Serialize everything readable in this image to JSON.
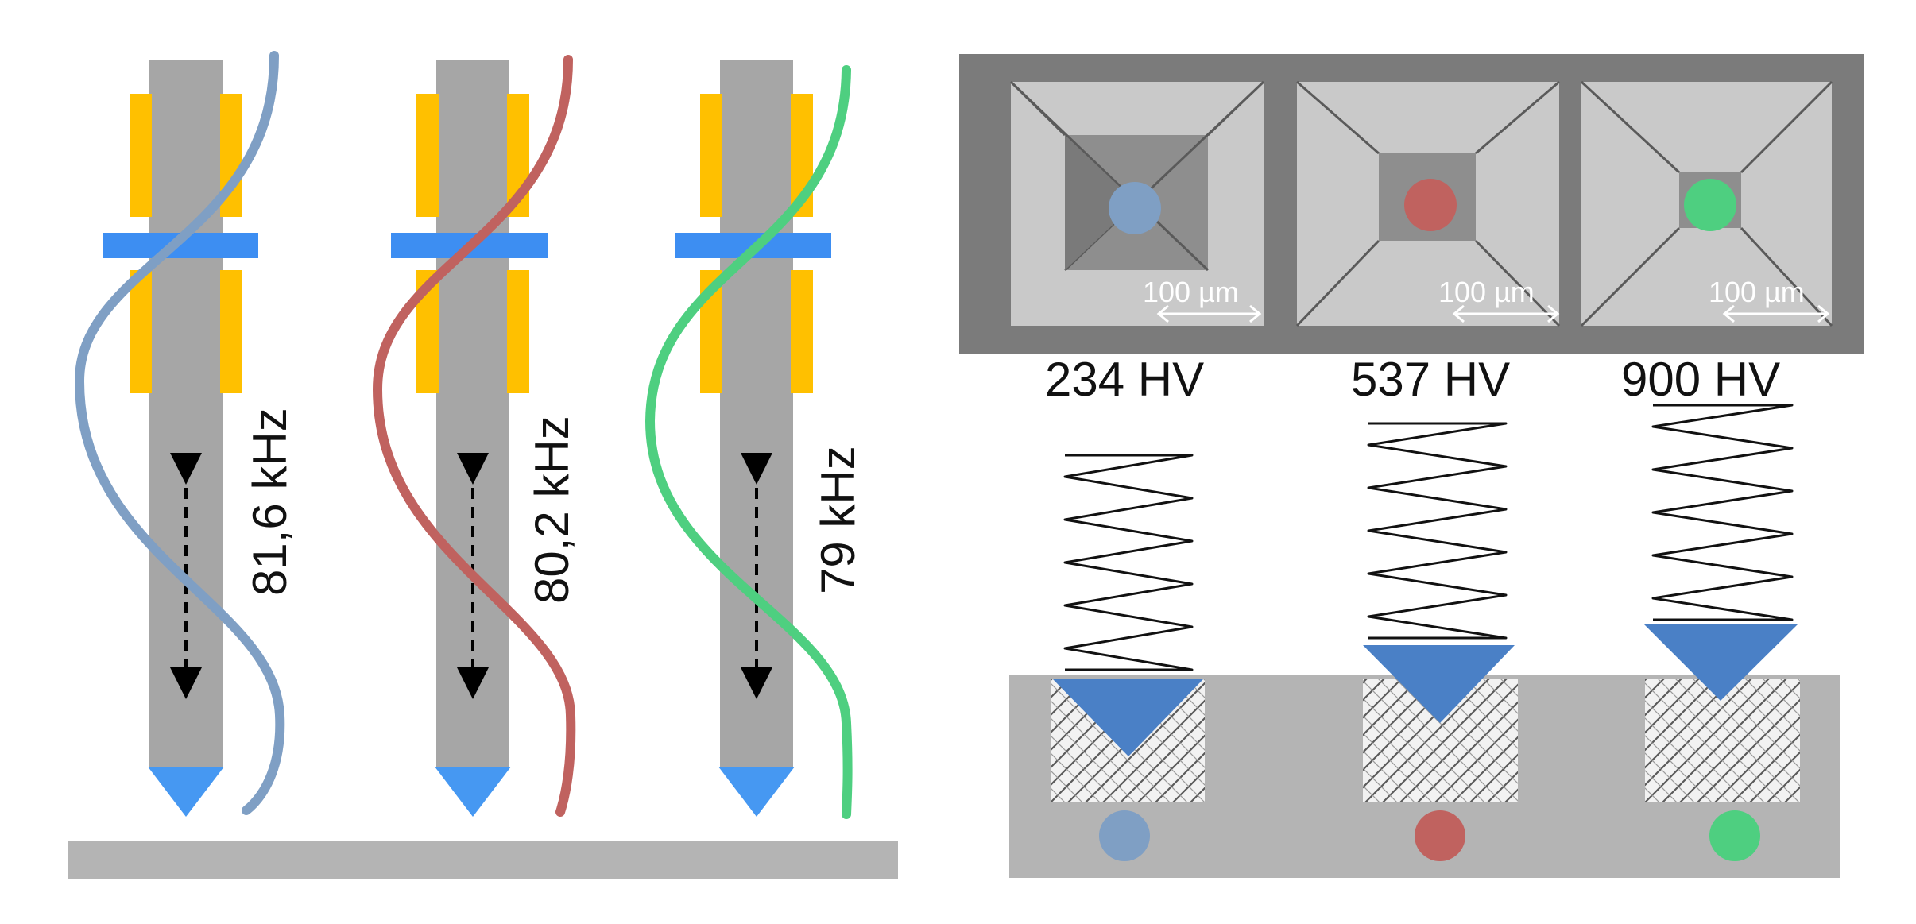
{
  "colors": {
    "rod": "#a6a6a6",
    "piezo": "#ffc000",
    "flange": "#3d8ef2",
    "tip": "#4698f2",
    "base": "#b4b4b4",
    "indenter": "#4a80c6",
    "micrograph_bg": "#7b7b7b"
  },
  "rods": [
    {
      "frequency_label": "81,6 kHz",
      "wave_color": "#7f9fc4"
    },
    {
      "frequency_label": "80,2 kHz",
      "wave_color": "#c0625f"
    },
    {
      "frequency_label": "79 kHz",
      "wave_color": "#4ecf80"
    }
  ],
  "micrographs": [
    {
      "scale_label": "100 µm",
      "dot_color": "#7f9fc4"
    },
    {
      "scale_label": "100 µm",
      "dot_color": "#c0625f"
    },
    {
      "scale_label": "100 µm",
      "dot_color": "#4ecf80"
    }
  ],
  "hardness": [
    {
      "label": "234 HV",
      "dot_color": "#7f9fc4"
    },
    {
      "label": "537 HV",
      "dot_color": "#c0625f"
    },
    {
      "label": "900 HV",
      "dot_color": "#4ecf80"
    }
  ]
}
